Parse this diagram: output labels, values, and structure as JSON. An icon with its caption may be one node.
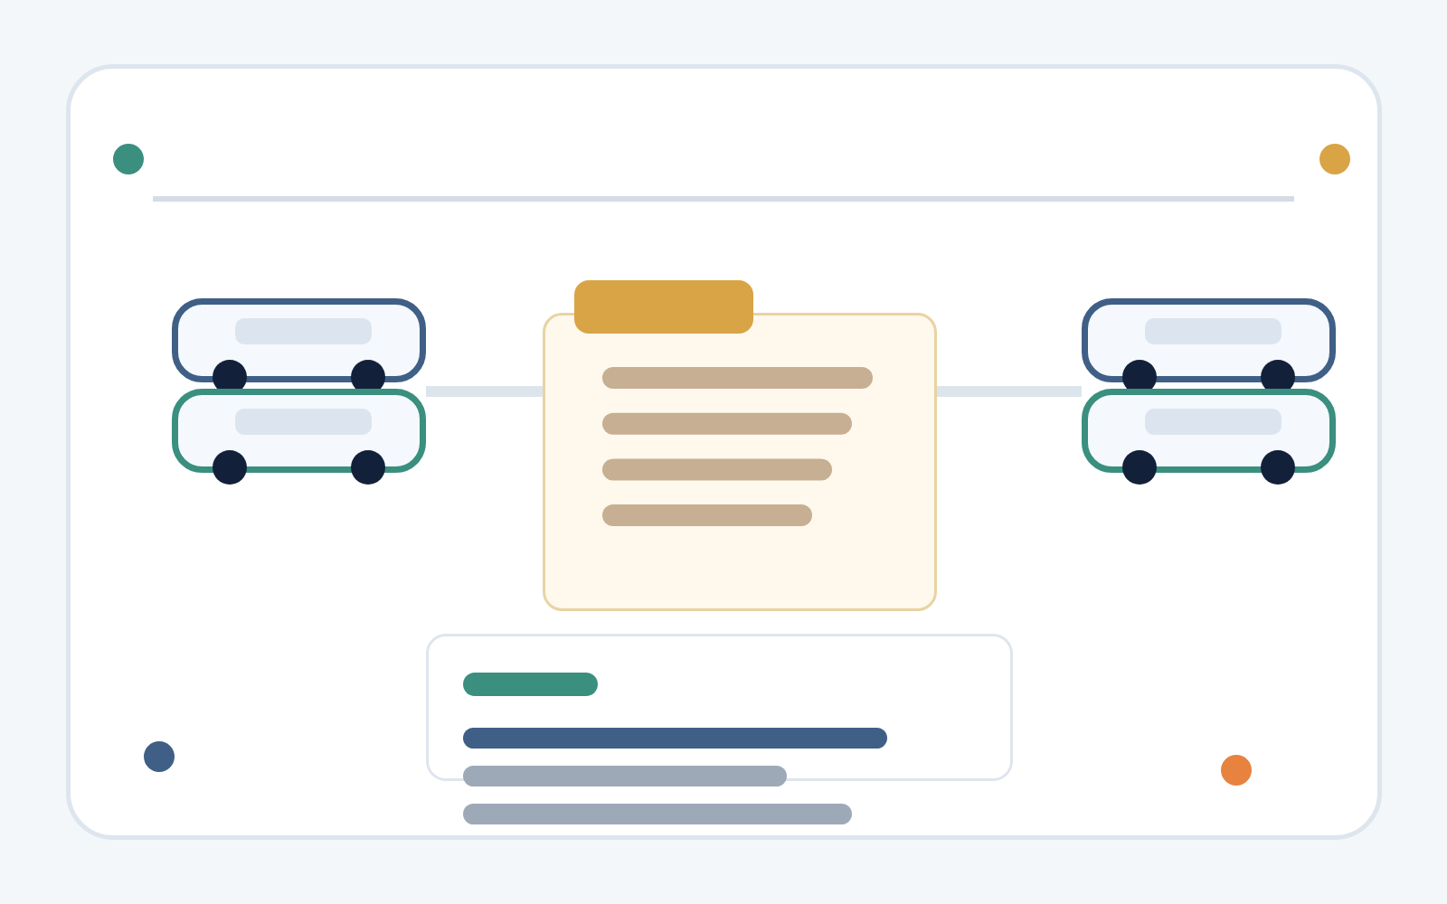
{
  "diagram": {
    "nodes": [
      {
        "text": [],
        "shape": "cart"
      },
      {
        "text": [],
        "shape": "cart"
      },
      {
        "text": [],
        "shape": "folder"
      },
      {
        "text": [],
        "shape": "cart"
      },
      {
        "text": [],
        "shape": "cart"
      }
    ],
    "edges": [
      {
        "from": 0,
        "to": 2,
        "arrow": "none"
      },
      {
        "from": 1,
        "to": 2,
        "arrow": "none"
      },
      {
        "from": 2,
        "to": 3,
        "arrow": "none"
      },
      {
        "from": 2,
        "to": 4,
        "arrow": "none"
      }
    ]
  }
}
